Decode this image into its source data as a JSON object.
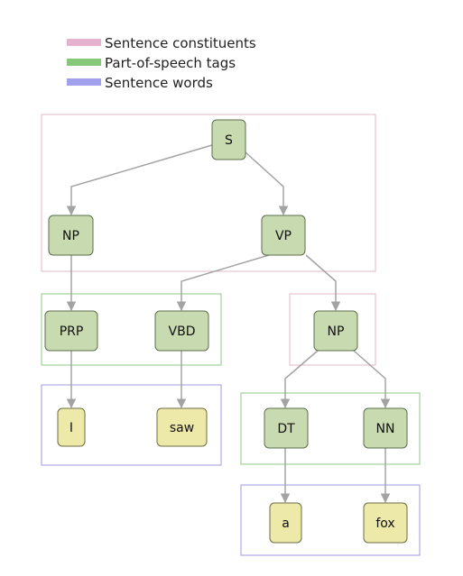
{
  "legend": [
    {
      "label": "Sentence constituents",
      "color": "#e6b3cf"
    },
    {
      "label": "Part-of-speech tags",
      "color": "#86c77a"
    },
    {
      "label": "Sentence words",
      "color": "#a0a0ec"
    }
  ],
  "colors": {
    "constituent_box": "#e3b7c9",
    "pos_box": "#8fca83",
    "word_box": "#9d9be3",
    "tag_node_fill": "#c8dbb0",
    "tag_node_stroke": "#5c6e4e",
    "word_node_fill": "#ede9a9",
    "word_node_stroke": "#6e6b42",
    "edge": "#a3a3a3"
  },
  "nodes": {
    "s": "S",
    "np1": "NP",
    "vp": "VP",
    "prp": "PRP",
    "vbd": "VBD",
    "np2": "NP",
    "dt": "DT",
    "nn": "NN",
    "i": "I",
    "saw": "saw",
    "a": "a",
    "fox": "fox"
  }
}
